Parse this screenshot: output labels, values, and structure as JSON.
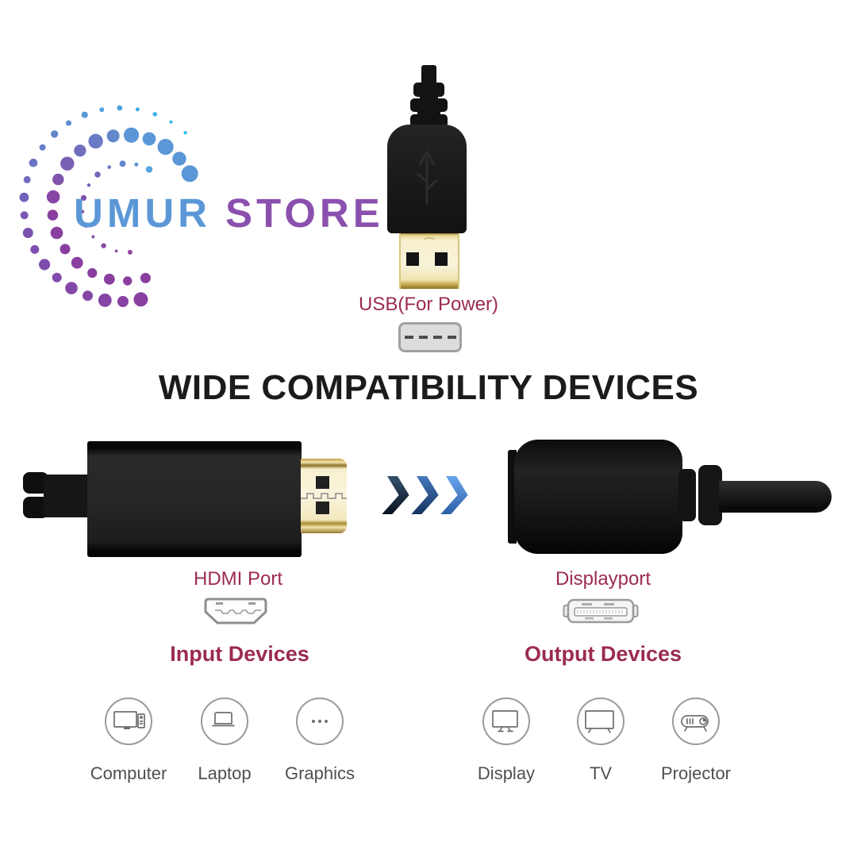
{
  "brand": {
    "name_primary": "UMUR",
    "name_secondary": "STORE"
  },
  "usb_connector": {
    "label": "USB(For Power)",
    "icon": "usb-port-icon"
  },
  "heading": {
    "title": "WIDE COMPATIBILITY DEVICES"
  },
  "cable": {
    "left_connector": {
      "label": "HDMI Port",
      "icon": "hdmi-port-icon"
    },
    "right_connector": {
      "label": "Displayport",
      "icon": "displayport-icon"
    },
    "direction_icon": "triple-chevron-right-icon"
  },
  "input_devices": {
    "title": "Input Devices",
    "items": [
      {
        "label": "Computer",
        "icon": "computer-icon"
      },
      {
        "label": "Laptop",
        "icon": "laptop-icon"
      },
      {
        "label": "Graphics",
        "icon": "ellipsis-icon"
      }
    ]
  },
  "output_devices": {
    "title": "Output Devices",
    "items": [
      {
        "label": "Display",
        "icon": "display-icon"
      },
      {
        "label": "TV",
        "icon": "tv-icon"
      },
      {
        "label": "Projector",
        "icon": "projector-icon"
      }
    ]
  },
  "colors": {
    "accent_maroon": "#9b2c4e",
    "heading_black": "#1b1b1b",
    "logo_blue": "#5b97d6",
    "logo_purple": "#8b50ae",
    "logo_cyan": "#2fc0ee",
    "arrow_dark": "#16283f",
    "arrow_mid": "#2a5ea8",
    "arrow_light": "#5e9ce9",
    "connector_gold": "#f4ecc6",
    "device_label_gray": "#4f4f4f"
  }
}
